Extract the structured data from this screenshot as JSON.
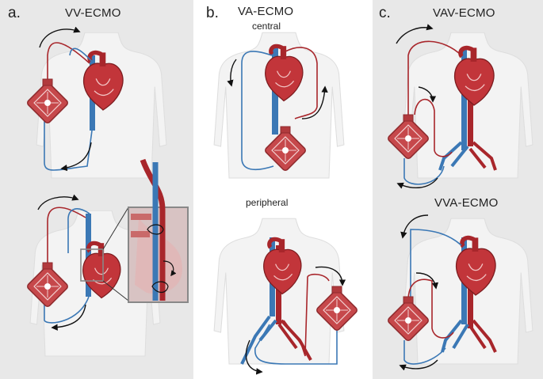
{
  "colors": {
    "panel_bg": "#e8e8e8",
    "body_silhouette": "#f3f3f3",
    "arterial": "#a8262b",
    "venous": "#3b78b5",
    "pump": "#c6484b",
    "pump_dark": "#8e2a2d",
    "heart": "#c2353a",
    "arrow": "#111111"
  },
  "panels": {
    "a": {
      "letter": "a.",
      "title": "VV-ECMO"
    },
    "b": {
      "letter": "b.",
      "title": "VA-ECMO",
      "subtitle_top": "central",
      "subtitle_bottom": "peripheral"
    },
    "c": {
      "letter": "c.",
      "title_top": "VAV-ECMO",
      "title_bottom": "VVA-ECMO"
    }
  }
}
